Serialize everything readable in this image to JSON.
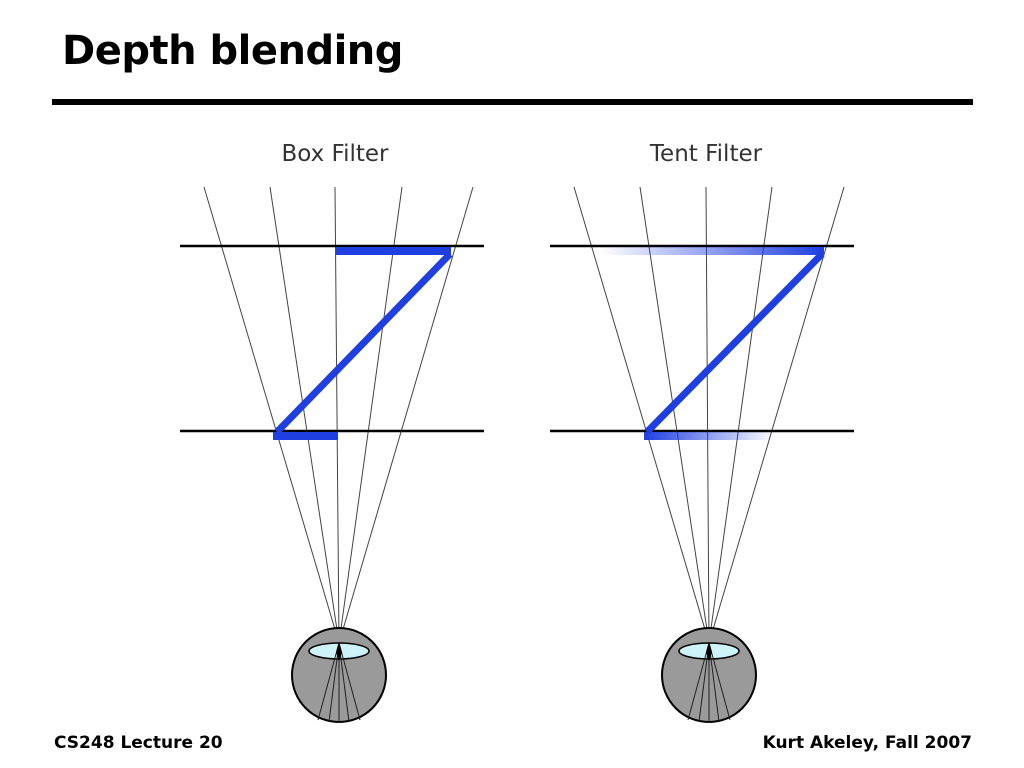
{
  "slide": {
    "title": "Depth blending",
    "footer_left": "CS248 Lecture 20",
    "footer_right": "Kurt Akeley, Fall 2007"
  },
  "diagrams": [
    {
      "label": "Box Filter",
      "filter": "box"
    },
    {
      "label": "Tent Filter",
      "filter": "tent"
    }
  ],
  "colors": {
    "filter_blue": "#1f3fe0",
    "eye_gray": "#9a9a9a",
    "lens_cyan": "#cdf3f8",
    "ray_gray": "#444444"
  }
}
